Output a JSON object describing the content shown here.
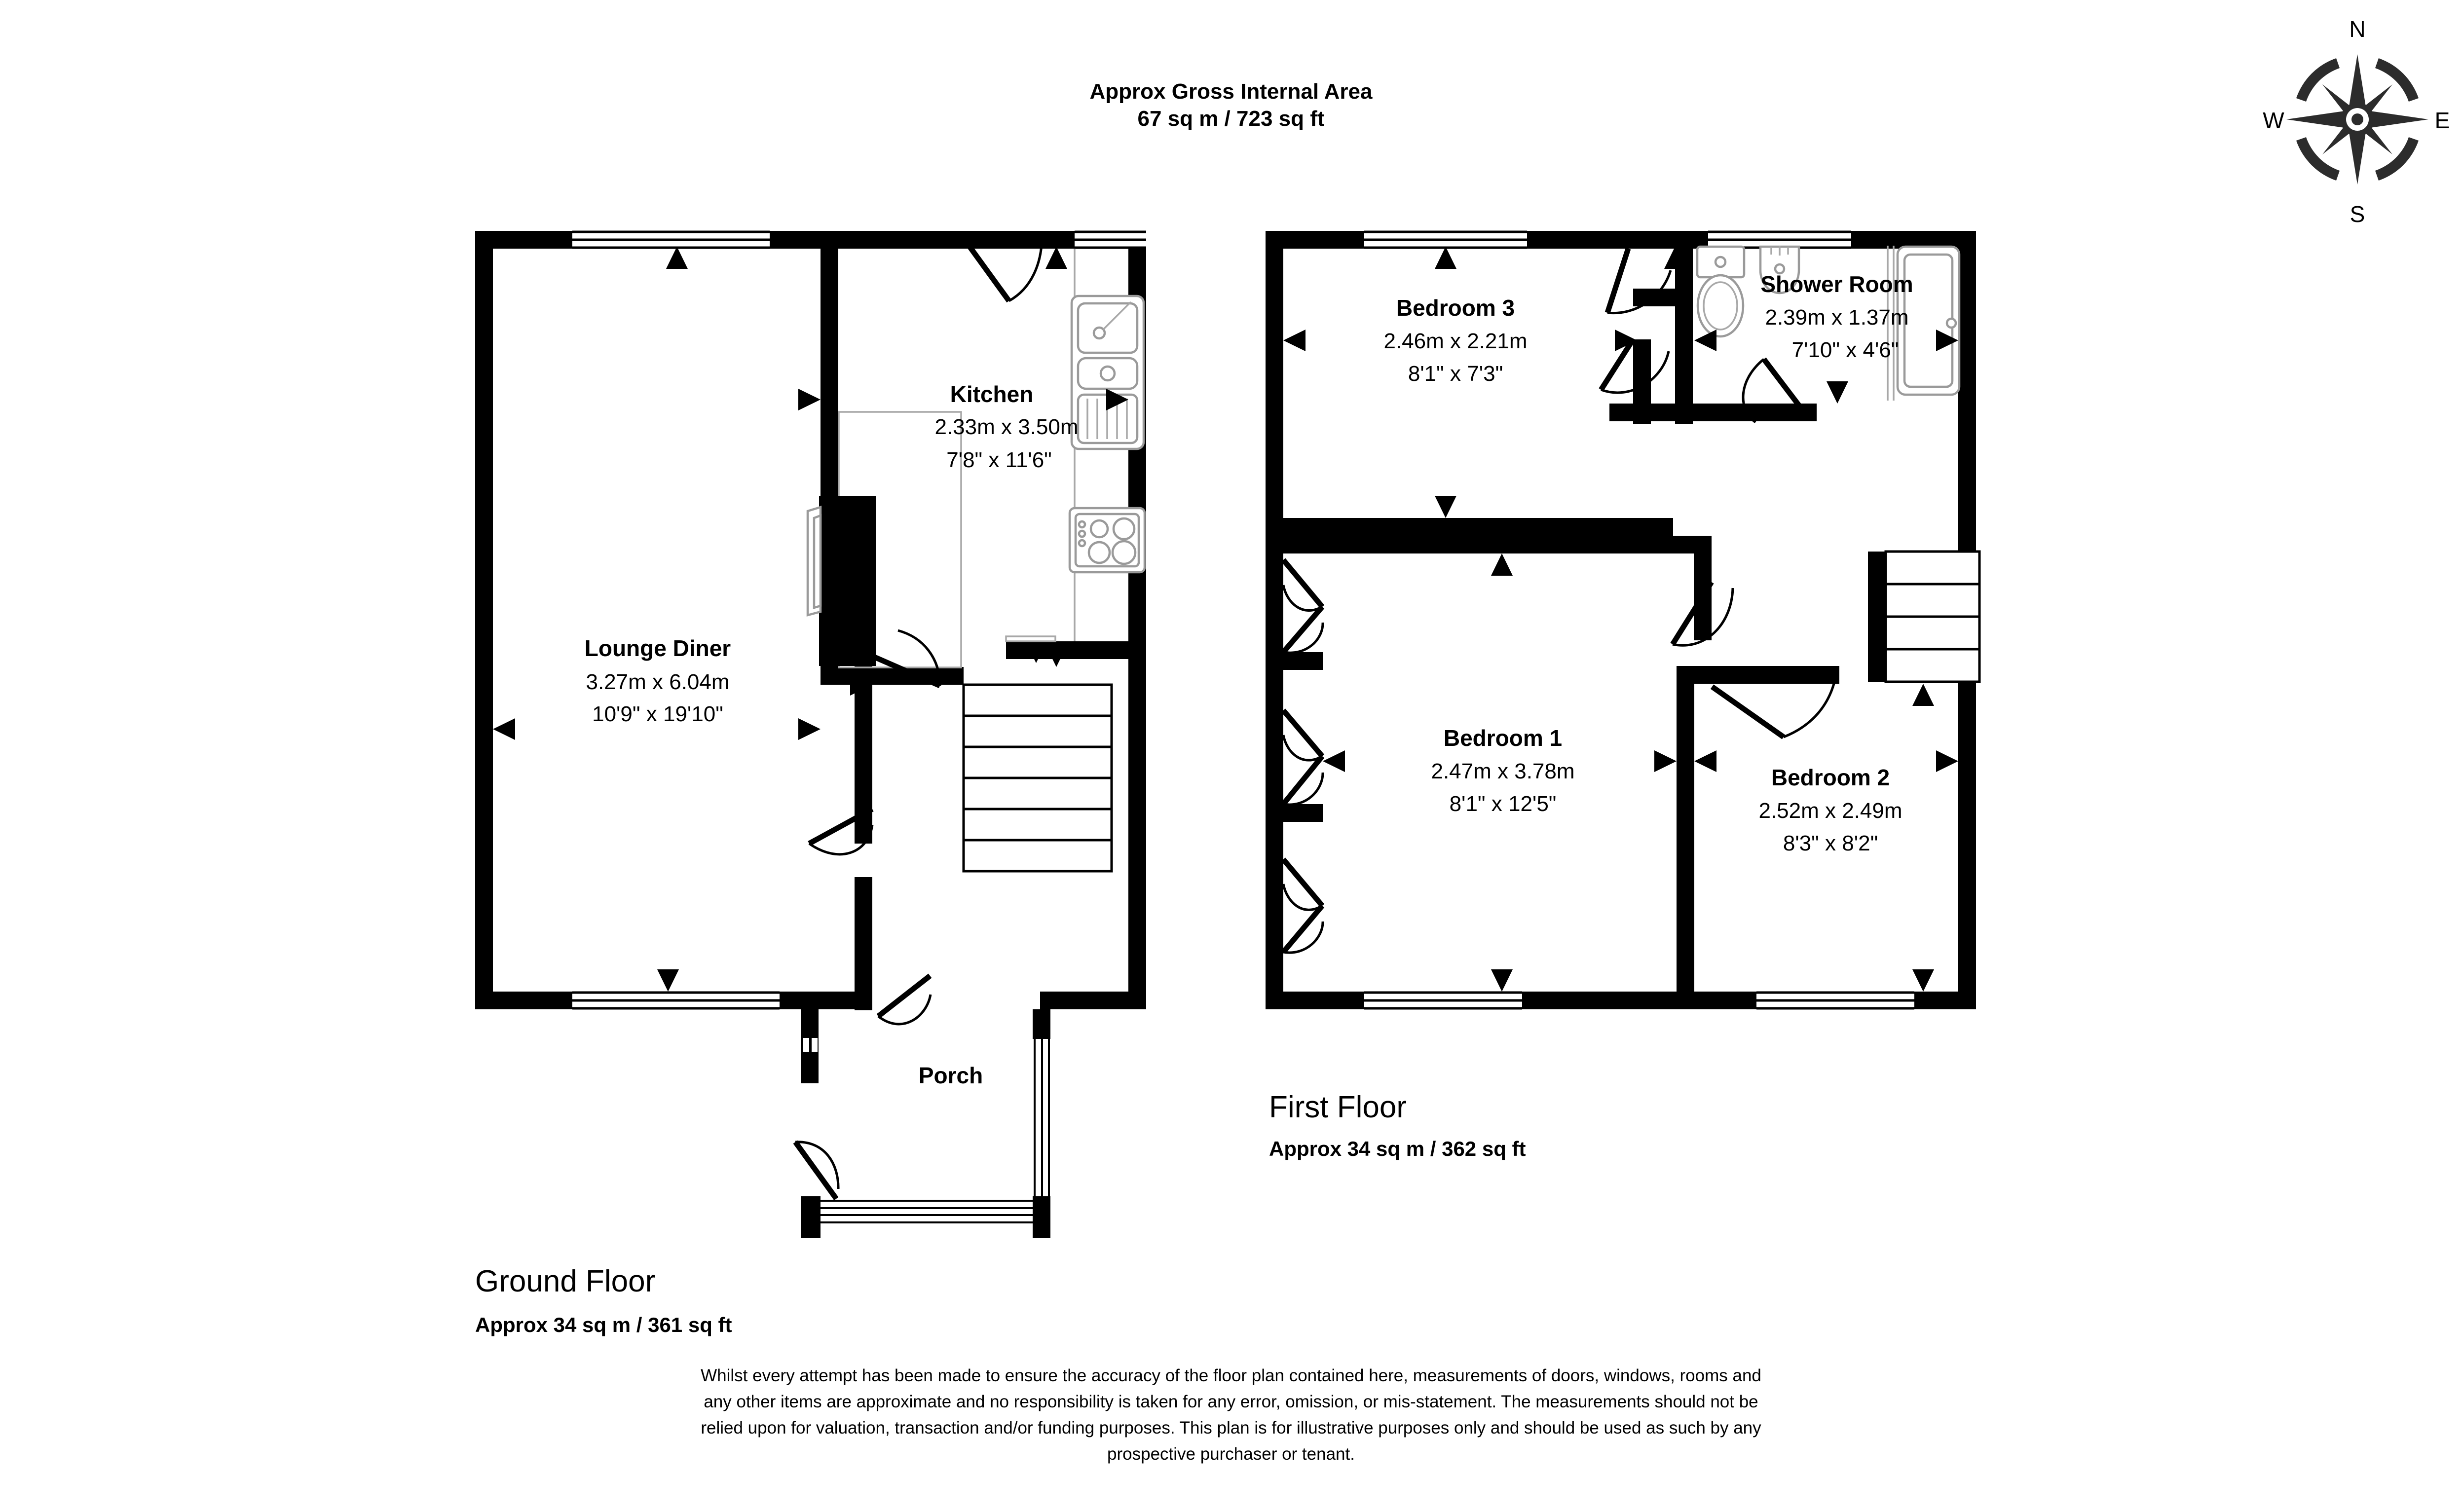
{
  "header": {
    "line1": "Approx Gross Internal Area",
    "line2": "67 sq m / 723 sq ft"
  },
  "compass": {
    "north": "N",
    "east": "E",
    "south": "S",
    "west": "W",
    "icon": "compass-rose-icon"
  },
  "ground_floor": {
    "title": "Ground Floor",
    "area": "Approx 34 sq m / 361 sq ft",
    "rooms": [
      {
        "name": "Lounge Diner",
        "dim_metric": "3.27m x 6.04m",
        "dim_imperial": "10'9\" x 19'10\""
      },
      {
        "name": "Kitchen",
        "dim_metric": "2.33m x 3.50m",
        "dim_imperial": "7'8\" x 11'6\""
      },
      {
        "name": "Porch",
        "dim_metric": "",
        "dim_imperial": ""
      }
    ]
  },
  "first_floor": {
    "title": "First Floor",
    "area": "Approx 34 sq m / 362 sq ft",
    "rooms": [
      {
        "name": "Bedroom 3",
        "dim_metric": "2.46m x 2.21m",
        "dim_imperial": "8'1\" x 7'3\""
      },
      {
        "name": "Shower Room",
        "dim_metric": "2.39m x 1.37m",
        "dim_imperial": "7'10\" x 4'6\""
      },
      {
        "name": "Bedroom 1",
        "dim_metric": "2.47m x 3.78m",
        "dim_imperial": "8'1\" x 12'5\""
      },
      {
        "name": "Bedroom 2",
        "dim_metric": "2.52m x 2.49m",
        "dim_imperial": "8'3\" x 8'2\""
      }
    ]
  },
  "disclaimer": {
    "line1": "Whilst every attempt has been made to ensure the accuracy of the floor plan contained here, measurements of doors, windows, rooms and",
    "line2": "any other items are approximate and no responsibility is taken for any error, omission, or mis-statement. The measurements should not be",
    "line3": "relied upon for valuation, transaction and/or funding purposes. This plan is for illustrative purposes only and should be used as such by any",
    "line4": "prospective purchaser or tenant."
  },
  "colors": {
    "wall": "#000000",
    "background": "#ffffff",
    "fixture_outline": "#9a9a9a",
    "compass": "#2c2c2c"
  }
}
